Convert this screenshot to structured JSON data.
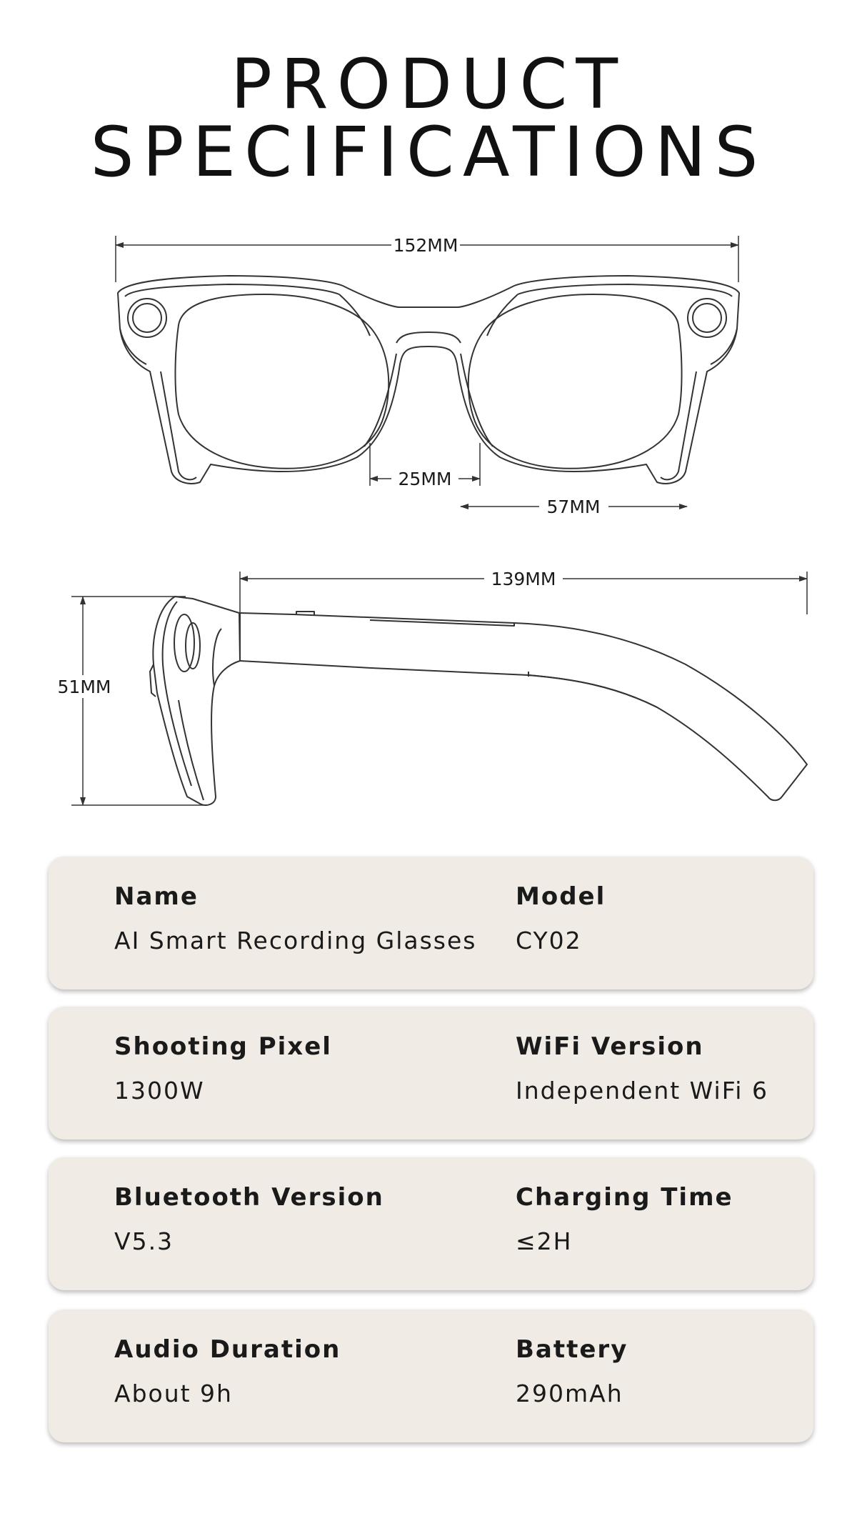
{
  "header": {
    "title_line1": "PRODUCT",
    "title_line2": "SPECIFICATIONS"
  },
  "dimensions": {
    "total_width": "152MM",
    "bridge_width": "25MM",
    "lens_width": "57MM",
    "temple_length": "139MM",
    "frame_height": "51MM"
  },
  "specs": [
    {
      "left_label": "Name",
      "left_value": "AI Smart Recording Glasses",
      "right_label": "Model",
      "right_value": "CY02"
    },
    {
      "left_label": "Shooting Pixel",
      "left_value": "1300W",
      "right_label": "WiFi Version",
      "right_value": "Independent WiFi 6"
    },
    {
      "left_label": "Bluetooth Version",
      "left_value": "V5.3",
      "right_label": "Charging Time",
      "right_value": "≤2H"
    },
    {
      "left_label": "Audio Duration",
      "left_value": "About 9h",
      "right_label": "Battery",
      "right_value": "290mAh"
    }
  ],
  "colors": {
    "card_background": "#f0ece5",
    "line_color": "#333333",
    "text_color": "#1a1a1a"
  }
}
